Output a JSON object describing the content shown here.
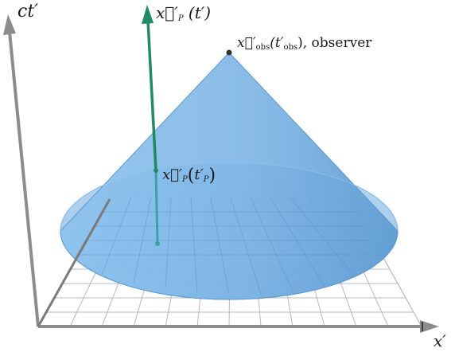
{
  "labels": {
    "ct_axis": "ct′",
    "x_axis": "x′",
    "worldline_vec": "x⃗′",
    "worldline_sub": "P",
    "worldline_arg": "(t′)",
    "observer_vec": "x⃗′",
    "observer_sub": "obs",
    "observer_arg": "(t′",
    "observer_arg_sub": "obs",
    "observer_arg_close": ")",
    "observer_text": ", observer",
    "intersection_vec": "x⃗′",
    "intersection_sub": "P",
    "intersection_arg": "t′",
    "intersection_arg_sub": "P"
  },
  "colors": {
    "axis": "#8c8c8c",
    "grid": "#b8b8b8",
    "cone_fill": "#7fb6e6",
    "cone_edge": "#5b98cf",
    "worldline": "#1f8a63",
    "worldline_inside": "#3f9fa8",
    "observer_dot": "#333333"
  }
}
